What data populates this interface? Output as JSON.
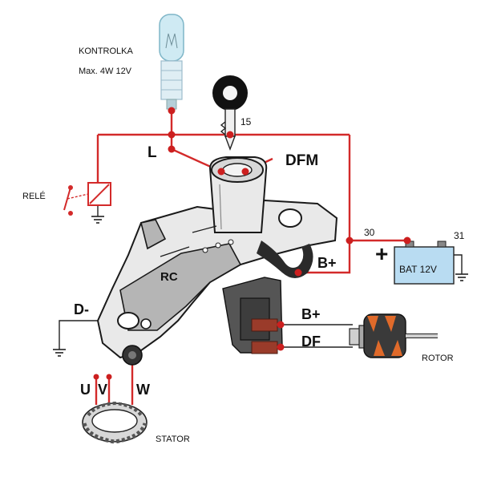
{
  "labels": {
    "kontrolka": "KONTROLKA",
    "kontrolka_spec": "Max. 4W  12V",
    "terminal_15": "15",
    "terminal_l": "L",
    "terminal_dfm": "DFM",
    "rele": "RELÉ",
    "terminal_30": "30",
    "terminal_31": "31",
    "battery": "BAT  12V",
    "battery_plus": "+",
    "b_plus_upper": "B+",
    "b_plus_lower": "B+",
    "d_minus": "D-",
    "df": "DF",
    "rotor": "ROTOR",
    "u": "U",
    "v": "V",
    "w": "W",
    "stator": "STATOR",
    "regulator_mark": "RC"
  },
  "colors": {
    "wire": "#d32a2a",
    "ground_wire": "#222222",
    "battery": "#b9dcf2",
    "brush": "#9a3b2a",
    "bulb": "#cfeaf3",
    "rotor_pole": "#e06a2a"
  },
  "icons": {
    "bulb": "indicator-lamp-icon",
    "key": "ignition-key-icon",
    "relay": "relay-icon",
    "ground": "ground-icon",
    "battery": "battery-icon",
    "rotor": "rotor-icon",
    "stator": "stator-icon"
  }
}
